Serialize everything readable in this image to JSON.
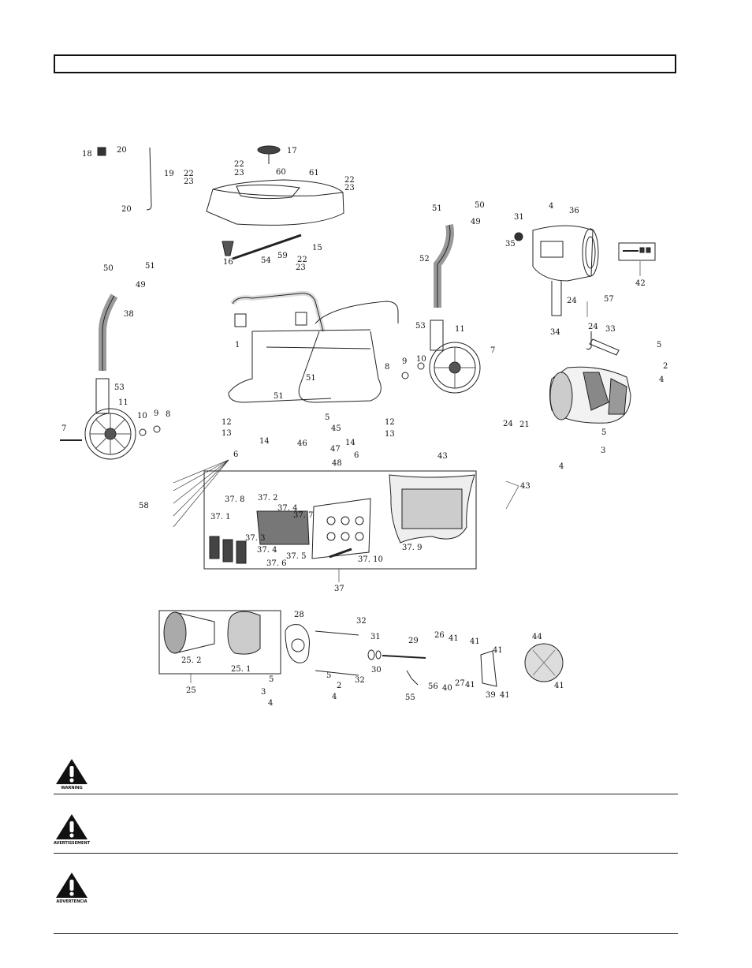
{
  "header": {
    "title": ""
  },
  "diagram": {
    "labels": [
      {
        "id": "l18",
        "text": "18"
      },
      {
        "id": "l20a",
        "text": "20"
      },
      {
        "id": "l19",
        "text": "19"
      },
      {
        "id": "l20b",
        "text": "20"
      },
      {
        "id": "l17",
        "text": "17"
      },
      {
        "id": "l22a",
        "text": "22"
      },
      {
        "id": "l23a",
        "text": "23"
      },
      {
        "id": "l60",
        "text": "60"
      },
      {
        "id": "l61",
        "text": "61"
      },
      {
        "id": "l22b",
        "text": "22"
      },
      {
        "id": "l23b",
        "text": "23"
      },
      {
        "id": "l22c",
        "text": "22"
      },
      {
        "id": "l23c",
        "text": "23"
      },
      {
        "id": "l15",
        "text": "15"
      },
      {
        "id": "l16",
        "text": "16"
      },
      {
        "id": "l54",
        "text": "54"
      },
      {
        "id": "l59",
        "text": "59"
      },
      {
        "id": "l22d",
        "text": "22"
      },
      {
        "id": "l23d",
        "text": "23"
      },
      {
        "id": "l50a",
        "text": "50"
      },
      {
        "id": "l51a",
        "text": "51"
      },
      {
        "id": "l49a",
        "text": "49"
      },
      {
        "id": "l38",
        "text": "38"
      },
      {
        "id": "l53a",
        "text": "53"
      },
      {
        "id": "l11a",
        "text": "11"
      },
      {
        "id": "l10a",
        "text": "10"
      },
      {
        "id": "l9a",
        "text": "9"
      },
      {
        "id": "l8a",
        "text": "8"
      },
      {
        "id": "l7a",
        "text": "7"
      },
      {
        "id": "l1",
        "text": "1"
      },
      {
        "id": "l51b",
        "text": "51"
      },
      {
        "id": "l51c",
        "text": "51"
      },
      {
        "id": "l5a",
        "text": "5"
      },
      {
        "id": "l8b",
        "text": "8"
      },
      {
        "id": "l9b",
        "text": "9"
      },
      {
        "id": "l10b",
        "text": "10"
      },
      {
        "id": "l12a",
        "text": "12"
      },
      {
        "id": "l13a",
        "text": "13"
      },
      {
        "id": "l14a",
        "text": "14"
      },
      {
        "id": "l6a",
        "text": "6"
      },
      {
        "id": "l45",
        "text": "45"
      },
      {
        "id": "l46",
        "text": "46"
      },
      {
        "id": "l47",
        "text": "47"
      },
      {
        "id": "l48",
        "text": "48"
      },
      {
        "id": "l12b",
        "text": "12"
      },
      {
        "id": "l13b",
        "text": "13"
      },
      {
        "id": "l14b",
        "text": "14"
      },
      {
        "id": "l6b",
        "text": "6"
      },
      {
        "id": "l43a",
        "text": "43"
      },
      {
        "id": "l51d",
        "text": "51"
      },
      {
        "id": "l50b",
        "text": "50"
      },
      {
        "id": "l49b",
        "text": "49"
      },
      {
        "id": "l52",
        "text": "52"
      },
      {
        "id": "l53b",
        "text": "53"
      },
      {
        "id": "l11b",
        "text": "11"
      },
      {
        "id": "l7b",
        "text": "7"
      },
      {
        "id": "l31a",
        "text": "31"
      },
      {
        "id": "l4a",
        "text": "4"
      },
      {
        "id": "l36",
        "text": "36"
      },
      {
        "id": "l35",
        "text": "35"
      },
      {
        "id": "l42",
        "text": "42"
      },
      {
        "id": "l24a",
        "text": "24"
      },
      {
        "id": "l57",
        "text": "57"
      },
      {
        "id": "l34",
        "text": "34"
      },
      {
        "id": "l24b",
        "text": "24"
      },
      {
        "id": "l33",
        "text": "33"
      },
      {
        "id": "l5b",
        "text": "5"
      },
      {
        "id": "l2a",
        "text": "2"
      },
      {
        "id": "l4b",
        "text": "4"
      },
      {
        "id": "l24c",
        "text": "24"
      },
      {
        "id": "l21",
        "text": "21"
      },
      {
        "id": "l5c",
        "text": "5"
      },
      {
        "id": "l3a",
        "text": "3"
      },
      {
        "id": "l4c",
        "text": "4"
      },
      {
        "id": "l43b",
        "text": "43"
      },
      {
        "id": "l58",
        "text": "58"
      },
      {
        "id": "l378",
        "text": "37. 8"
      },
      {
        "id": "l372",
        "text": "37. 2"
      },
      {
        "id": "l374a",
        "text": "37. 4"
      },
      {
        "id": "l377",
        "text": "37. 7"
      },
      {
        "id": "l371",
        "text": "37. 1"
      },
      {
        "id": "l373",
        "text": "37. 3"
      },
      {
        "id": "l374b",
        "text": "37. 4"
      },
      {
        "id": "l375",
        "text": "37. 5"
      },
      {
        "id": "l376",
        "text": "37. 6"
      },
      {
        "id": "l3710",
        "text": "37. 10"
      },
      {
        "id": "l379",
        "text": "37. 9"
      },
      {
        "id": "l37",
        "text": "37"
      },
      {
        "id": "l252",
        "text": "25. 2"
      },
      {
        "id": "l251",
        "text": "25. 1"
      },
      {
        "id": "l25",
        "text": "25"
      },
      {
        "id": "l28",
        "text": "28"
      },
      {
        "id": "l32a",
        "text": "32"
      },
      {
        "id": "l32b",
        "text": "32"
      },
      {
        "id": "l5d",
        "text": "5"
      },
      {
        "id": "l5e",
        "text": "5"
      },
      {
        "id": "l2b",
        "text": "2"
      },
      {
        "id": "l3b",
        "text": "3"
      },
      {
        "id": "l4d",
        "text": "4"
      },
      {
        "id": "l4e",
        "text": "4"
      },
      {
        "id": "l31b",
        "text": "31"
      },
      {
        "id": "l30",
        "text": "30"
      },
      {
        "id": "l29",
        "text": "29"
      },
      {
        "id": "l26",
        "text": "26"
      },
      {
        "id": "l41a",
        "text": "41"
      },
      {
        "id": "l41b",
        "text": "41"
      },
      {
        "id": "l41c",
        "text": "41"
      },
      {
        "id": "l41d",
        "text": "41"
      },
      {
        "id": "l41e",
        "text": "41"
      },
      {
        "id": "l41f",
        "text": "41"
      },
      {
        "id": "l44",
        "text": "44"
      },
      {
        "id": "l55",
        "text": "55"
      },
      {
        "id": "l56",
        "text": "56"
      },
      {
        "id": "l40",
        "text": "40"
      },
      {
        "id": "l27",
        "text": "27"
      },
      {
        "id": "l39",
        "text": "39"
      }
    ]
  },
  "warnings": [
    {
      "label": "WARNING",
      "text": ""
    },
    {
      "label": "AVERTISSEMENT",
      "text": ""
    },
    {
      "label": "ADVERTENCIA",
      "text": ""
    }
  ],
  "colors": {
    "ink": "#111111",
    "paper": "#ffffff"
  }
}
